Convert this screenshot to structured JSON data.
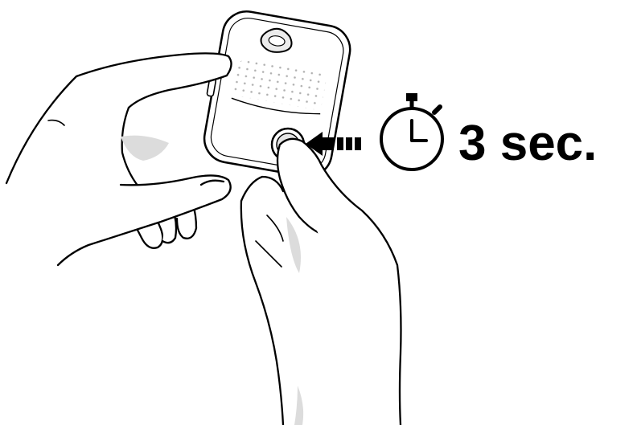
{
  "instruction": {
    "duration_label": "3 sec.",
    "press_duration_seconds": 3
  },
  "icons": {
    "timer": "stopwatch-icon",
    "press_direction": "dashed-arrow-icon",
    "device": "device-illustration",
    "button": "device-button"
  },
  "colors": {
    "line": "#000000",
    "shadow": "#dcdcdc",
    "speaker_dots": "#b0b0b0",
    "background": "#ffffff"
  }
}
